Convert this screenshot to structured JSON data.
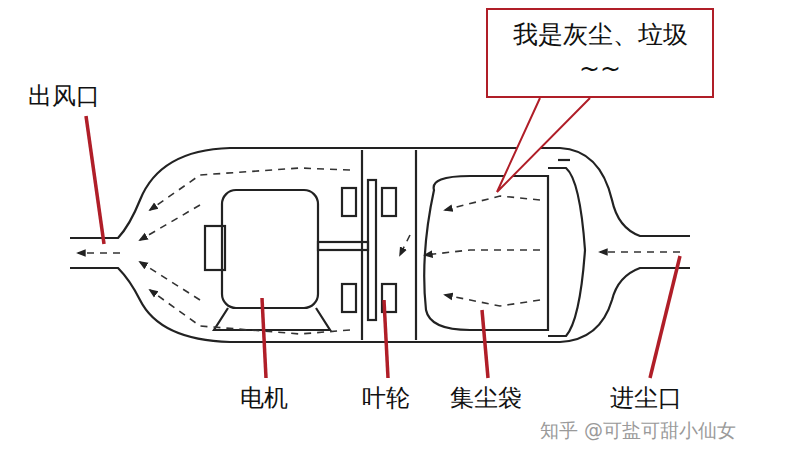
{
  "diagram": {
    "nodes": [
      {
        "text": [
          "我是灰尘、垃圾 ~~"
        ]
      }
    ],
    "labels": [
      "出风口",
      "电机",
      "叶轮",
      "集尘袋",
      "进尘口",
      "知乎 @可盐可甜小仙女"
    ]
  }
}
